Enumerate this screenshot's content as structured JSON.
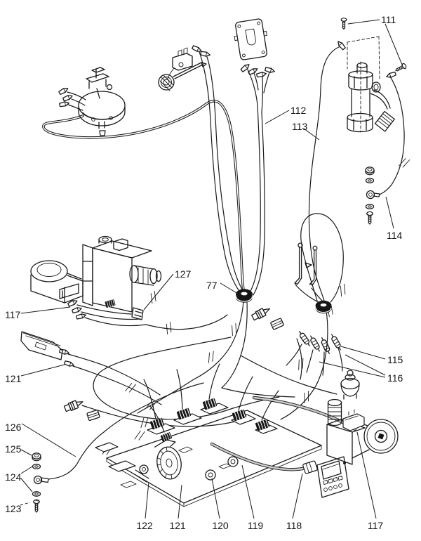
{
  "figure": {
    "kind": "exploded-parts wiring harness line diagram",
    "background_color": "#ffffff",
    "line_color": "#1a1a1a",
    "grommet_color": "#161616"
  },
  "callouts": [
    {
      "label": "111",
      "target": "filling-valve-screws"
    },
    {
      "label": "112",
      "target": "harness-wires"
    },
    {
      "label": "113",
      "target": "loop-cable"
    },
    {
      "label": "114",
      "target": "earth-lead-fixing-set"
    },
    {
      "label": "77",
      "target": "grommet"
    },
    {
      "label": "127",
      "target": "gas-valve-connector"
    },
    {
      "label": "117",
      "target": "fan-spade-connectors"
    },
    {
      "label": "121",
      "target": "thermal-fuse-leads"
    },
    {
      "label": "115",
      "target": "electrode-lead-connectors"
    },
    {
      "label": "116",
      "target": "electrode-lead-connectors"
    },
    {
      "label": "126",
      "target": "earth-lead"
    },
    {
      "label": "125",
      "target": "nut"
    },
    {
      "label": "124",
      "target": "washers"
    },
    {
      "label": "123",
      "target": "screw"
    },
    {
      "label": "122",
      "target": "control-board-cable"
    },
    {
      "label": "121",
      "target": "ignition-transformer"
    },
    {
      "label": "120",
      "target": "board-connector"
    },
    {
      "label": "119",
      "target": "board-connector"
    },
    {
      "label": "118",
      "target": "display-module-cable"
    },
    {
      "label": "117",
      "target": "pump-terminal-box"
    }
  ],
  "components": [
    {
      "name": "air-pressure-switch"
    },
    {
      "name": "capillary-thermostat"
    },
    {
      "name": "mounting-plate"
    },
    {
      "name": "filling-valve"
    },
    {
      "name": "washer-and-screw-set"
    },
    {
      "name": "gas-valve"
    },
    {
      "name": "fan-housing"
    },
    {
      "name": "wiring-harness"
    },
    {
      "name": "grommets"
    },
    {
      "name": "ignition-electrodes"
    },
    {
      "name": "inline-connectors"
    },
    {
      "name": "earth-lead-and-fixings"
    },
    {
      "name": "control-board"
    },
    {
      "name": "ignition-transformer"
    },
    {
      "name": "display-module"
    },
    {
      "name": "circulating-pump"
    }
  ]
}
